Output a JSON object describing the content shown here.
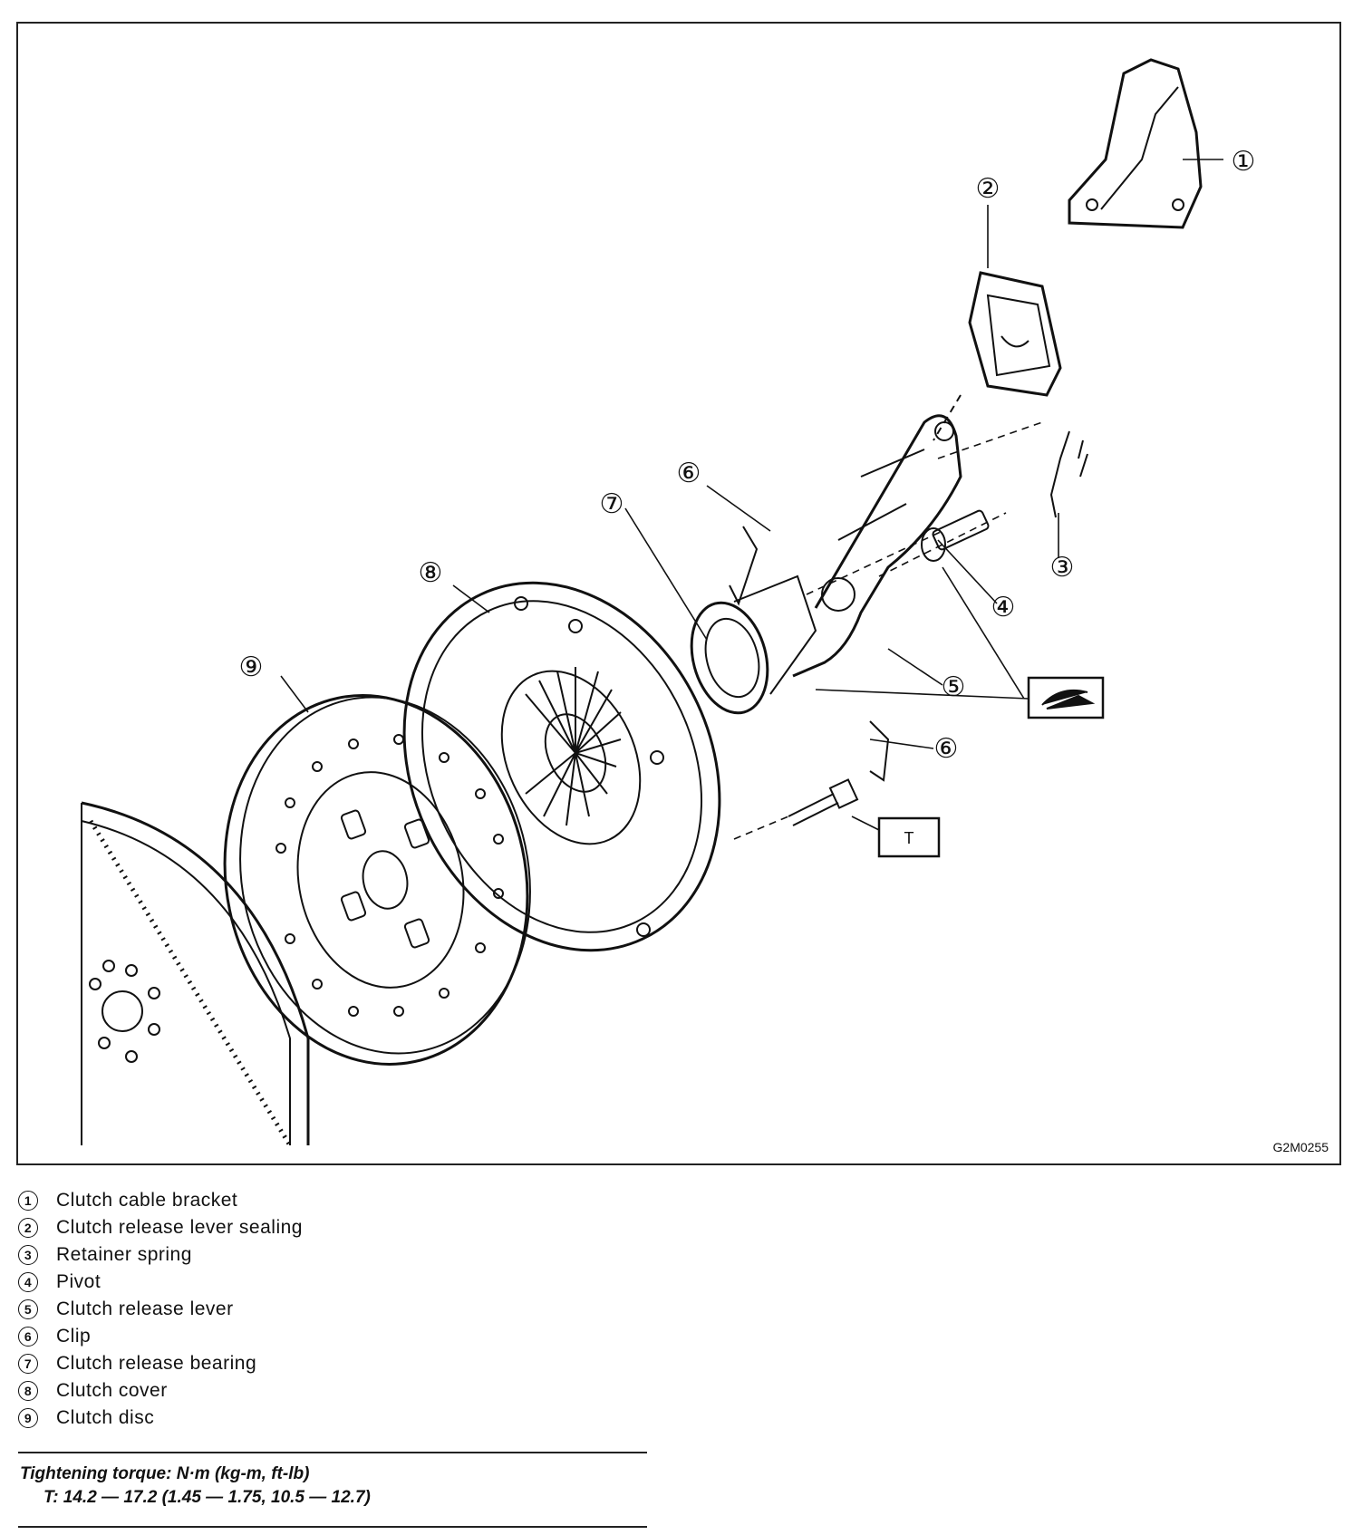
{
  "figure": {
    "code": "G2M0255",
    "callouts": [
      "①",
      "②",
      "③",
      "④",
      "⑤",
      "⑥",
      "⑦",
      "⑧",
      "⑨"
    ],
    "torque_box_label": "T"
  },
  "legend": [
    {
      "num": "1",
      "label": "Clutch cable bracket"
    },
    {
      "num": "2",
      "label": "Clutch release lever sealing"
    },
    {
      "num": "3",
      "label": "Retainer spring"
    },
    {
      "num": "4",
      "label": "Pivot"
    },
    {
      "num": "5",
      "label": "Clutch release lever"
    },
    {
      "num": "6",
      "label": "Clip"
    },
    {
      "num": "7",
      "label": "Clutch release bearing"
    },
    {
      "num": "8",
      "label": "Clutch cover"
    },
    {
      "num": "9",
      "label": "Clutch disc"
    }
  ],
  "torque": {
    "heading": "Tightening torque: N·m (kg-m, ft-lb)",
    "value": "T: 14.2 — 17.2 (1.45 — 1.75, 10.5 — 12.7)"
  }
}
